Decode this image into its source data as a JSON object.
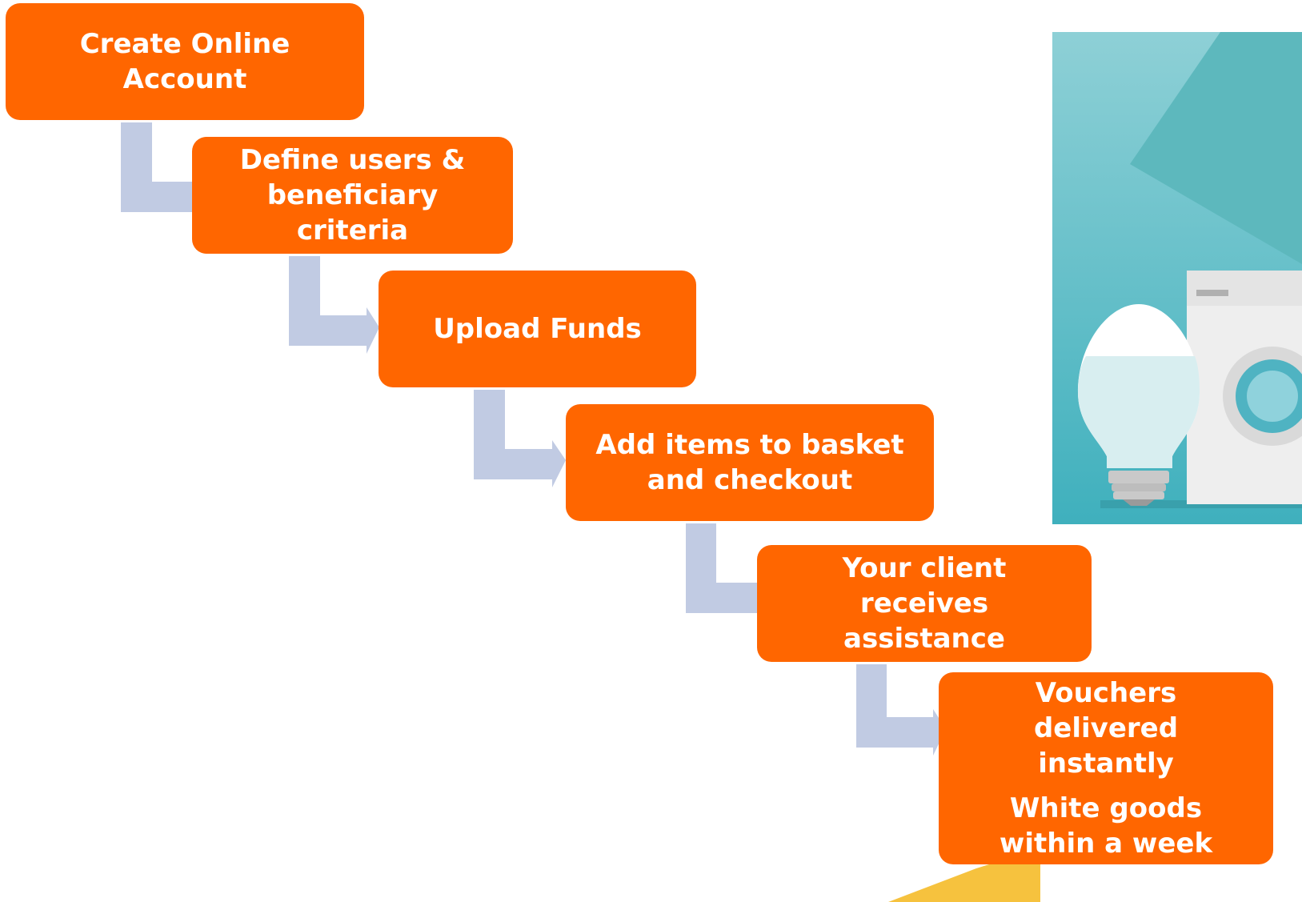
{
  "steps": [
    {
      "lines": [
        "Create Online",
        "Account"
      ]
    },
    {
      "lines": [
        "Define users &",
        "beneficiary",
        "criteria"
      ]
    },
    {
      "lines": [
        "Upload Funds"
      ]
    },
    {
      "lines": [
        "Add items to basket",
        "and checkout"
      ]
    },
    {
      "lines": [
        "Your client",
        "receives",
        "assistance"
      ]
    },
    {
      "lines": [
        "Vouchers",
        "delivered",
        "instantly"
      ],
      "sub_lines": [
        "White goods",
        "within a week"
      ]
    }
  ],
  "colors": {
    "step_fill": "#ff6600",
    "step_text": "#ffffff",
    "connector": "#c1cbe3",
    "illustration_bg": "#4fb8c4"
  },
  "illustration": {
    "icons": [
      "lightbulb-icon",
      "washing-machine-icon"
    ]
  }
}
